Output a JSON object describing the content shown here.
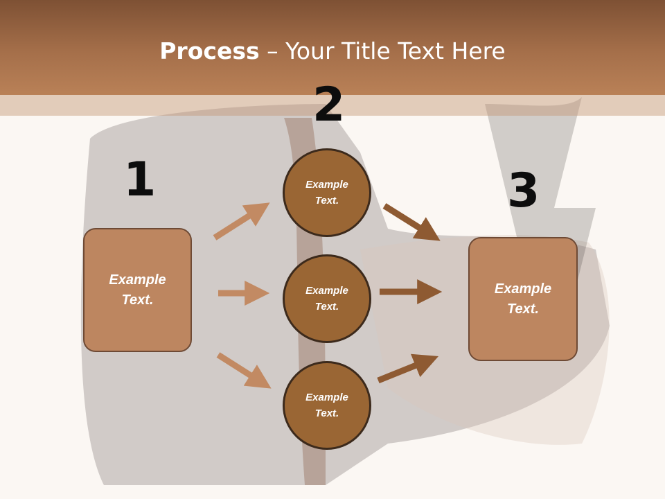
{
  "slide": {
    "title_bold": "Process",
    "title_rest": " – Your Title Text Here"
  },
  "steps": {
    "n1": "1",
    "n2": "2",
    "n3": "3"
  },
  "nodes": {
    "left_box": "Example Text.",
    "circle_top": "Example Text.",
    "circle_middle": "Example Text.",
    "circle_bottom": "Example Text.",
    "right_box": "Example Text."
  },
  "colors": {
    "title_band": "#a56f4a",
    "box_fill": "#bd8660",
    "circle_fill": "#9a6634",
    "arrow_light": "#c28a63",
    "arrow_dark": "#8e5a32"
  }
}
